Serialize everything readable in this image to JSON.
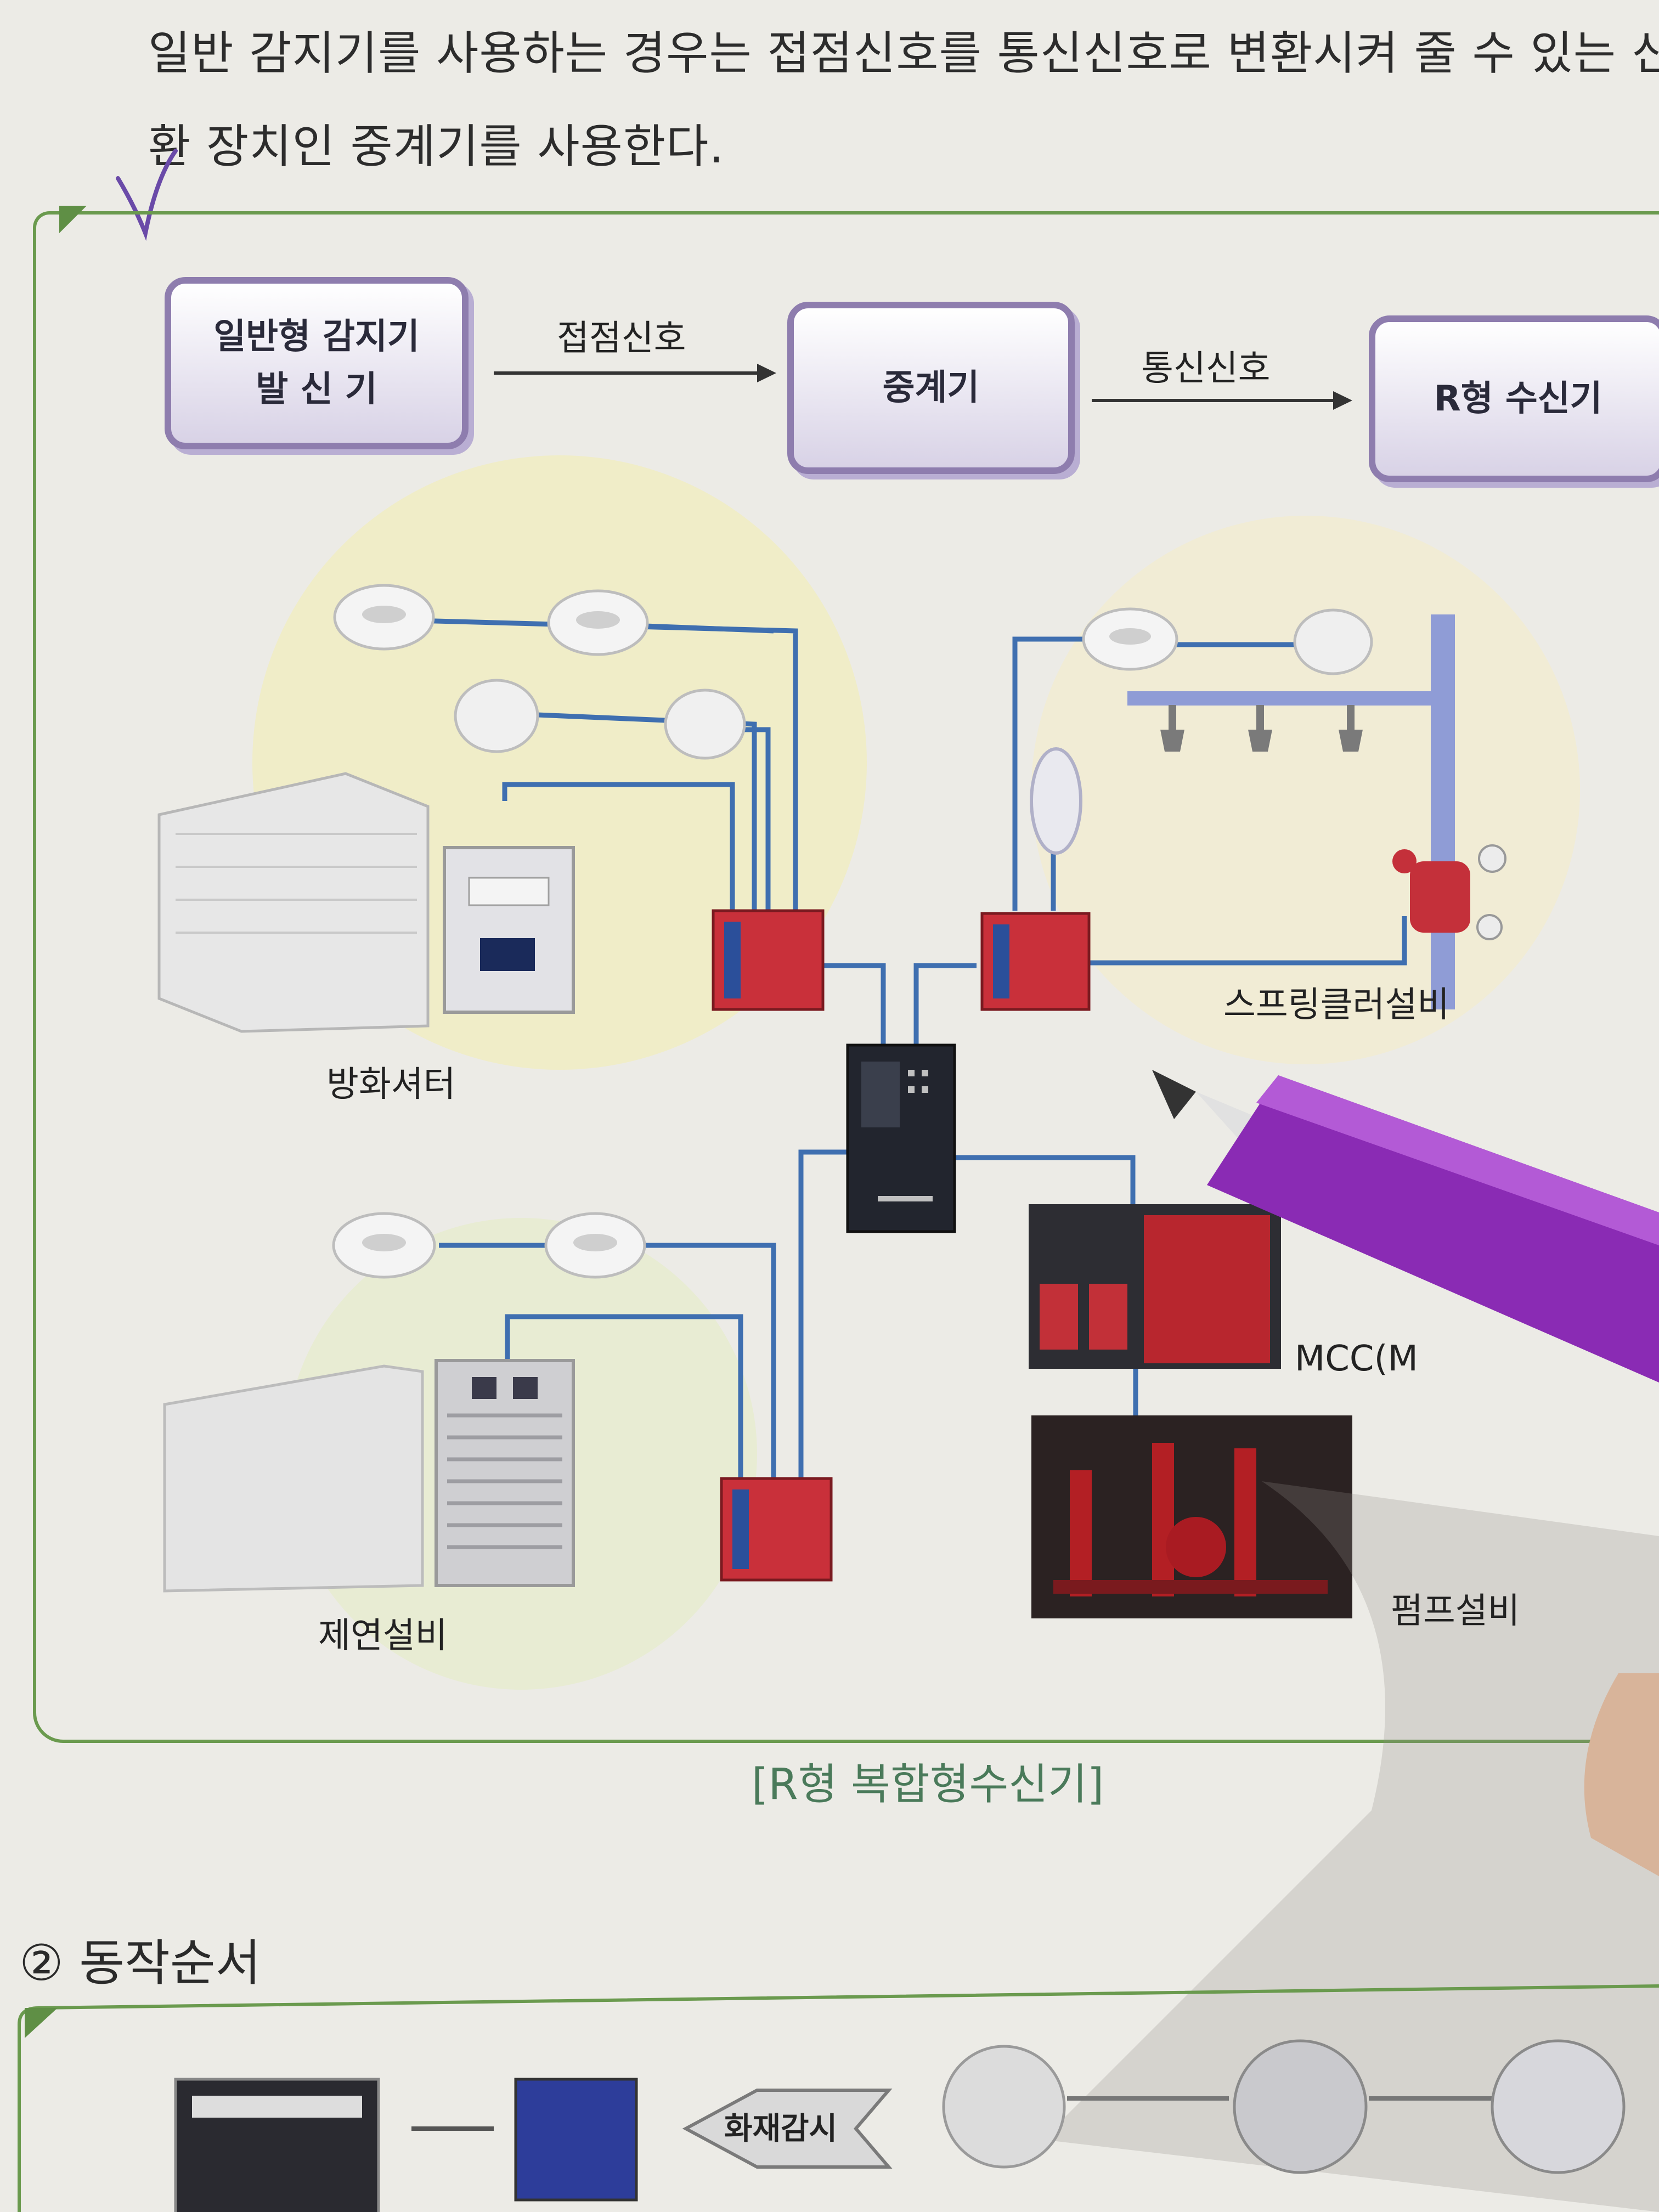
{
  "intro": {
    "line1": "일반 감지기를 사용하는 경우는 접점신호를 통신신호로 변환시켜 줄 수 있는 신",
    "line2": "환 장치인 중계기를 사용한다."
  },
  "flow": {
    "box1": "일반형 감지기\n발 신 기",
    "arrow1_label": "접점신호",
    "box2": "중계기",
    "arrow2_label": "통신신호",
    "box3": "R형 수신기"
  },
  "equipment": {
    "shutter": "방화셔터",
    "smoke_control": "제연설비",
    "sprinkler": "스프링클러설비",
    "mcc": "MCC(M",
    "pump": "펌프설비"
  },
  "figure_caption": "[R형 복합형수신기]",
  "section": {
    "title": "② 동작순서",
    "badge": "화재감시"
  },
  "colors": {
    "frame_green": "#6a9a4e",
    "flow_box_border": "#8e7dae",
    "signal_line_blue": "#3f6fb0",
    "repeater_red": "#c9303a",
    "pen_purple": "#8a2bb4"
  }
}
